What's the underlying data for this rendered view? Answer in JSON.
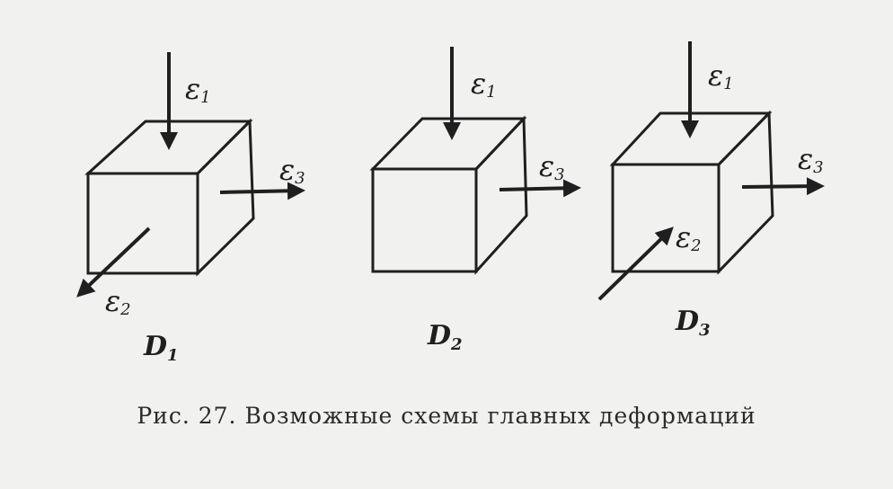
{
  "figure": {
    "caption": "Рис. 27. Возможные схемы главных деформаций"
  },
  "schemes": [
    {
      "name": "D1",
      "letter": "D",
      "index": "1",
      "e1": "ε",
      "e1_sub": "1",
      "e2": "ε",
      "e2_sub": "2",
      "e3": "ε",
      "e3_sub": "3"
    },
    {
      "name": "D2",
      "letter": "D",
      "index": "2",
      "e1": "ε",
      "e1_sub": "1",
      "e3": "ε",
      "e3_sub": "3"
    },
    {
      "name": "D3",
      "letter": "D",
      "index": "3",
      "e1": "ε",
      "e1_sub": "1",
      "e2": "ε",
      "e2_sub": "2",
      "e3": "ε",
      "e3_sub": "3"
    }
  ],
  "colors": {
    "ink": "#1f1f1f",
    "paper": "#f1f1ef"
  }
}
